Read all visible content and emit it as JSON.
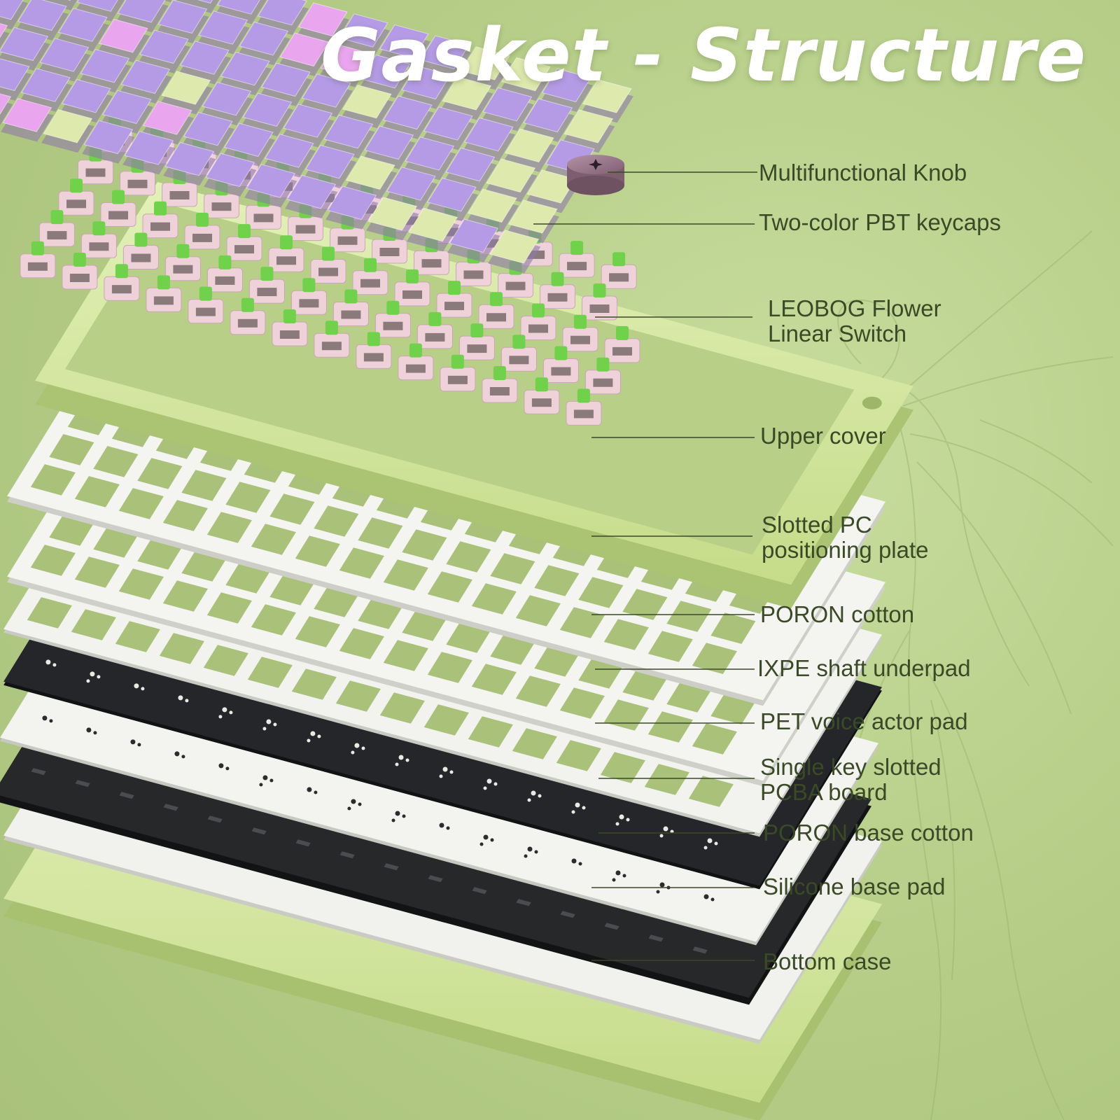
{
  "title": "Gasket - Structure",
  "colors": {
    "background": "#b8cf8a",
    "leader": "#3a4a26",
    "keycap_purple": "#b59be6",
    "keycap_pink": "#e9a6ee",
    "keycap_green": "#dde9ad",
    "switch_housing": "#efd2d9",
    "switch_stem": "#6fd24a",
    "case_green": "#d6e8a4",
    "plate_white": "#f2f3ee",
    "foam_black": "#26282a",
    "knob": "#9d7c8d"
  },
  "callouts": [
    {
      "line1": "Multifunctional Knob",
      "line2": ""
    },
    {
      "line1": "Two-color PBT keycaps",
      "line2": ""
    },
    {
      "line1": "LEOBOG Flower",
      "line2": "Linear Switch"
    },
    {
      "line1": "Upper cover",
      "line2": ""
    },
    {
      "line1": "Slotted PC",
      "line2": "positioning plate"
    },
    {
      "line1": "PORON cotton",
      "line2": ""
    },
    {
      "line1": "IXPE shaft underpad",
      "line2": ""
    },
    {
      "line1": "PET voice actor pad",
      "line2": ""
    },
    {
      "line1": "Single key slotted",
      "line2": "PCBA board"
    },
    {
      "line1": "PORON base cotton",
      "line2": ""
    },
    {
      "line1": "Silicone base pad",
      "line2": ""
    },
    {
      "line1": "Bottom case",
      "line2": ""
    }
  ]
}
